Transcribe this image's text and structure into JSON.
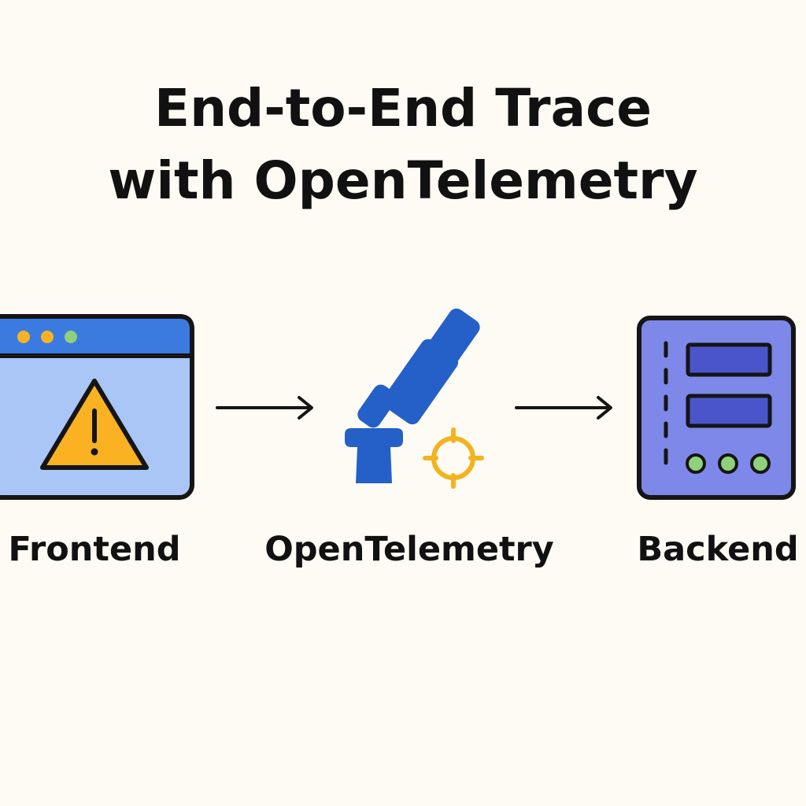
{
  "title": {
    "line1": "End-to-End Trace",
    "line2": "with OpenTelemetry"
  },
  "nodes": [
    {
      "id": "frontend",
      "label": "Frontend",
      "icon": "browser-warning-icon"
    },
    {
      "id": "opentelemetry",
      "label": "OpenTelemetry",
      "icon": "telescope-target-icon"
    },
    {
      "id": "backend",
      "label": "Backend",
      "icon": "server-icon"
    }
  ],
  "edges": [
    {
      "from": "frontend",
      "to": "opentelemetry"
    },
    {
      "from": "opentelemetry",
      "to": "backend"
    }
  ],
  "colors": {
    "background": "#fdfbf3",
    "text": "#111111",
    "browser_bar": "#3b7be0",
    "browser_body": "#a9c6f7",
    "warning": "#fbb222",
    "telescope": "#2460c8",
    "target": "#f2b320",
    "server_body": "#7d88e8",
    "server_slot": "#4a55cc",
    "led": "#8ed17a"
  }
}
